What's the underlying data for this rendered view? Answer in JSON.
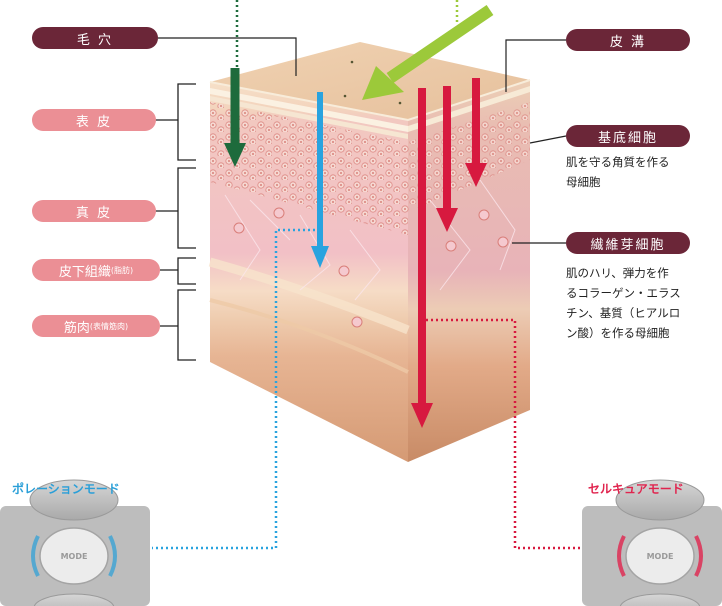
{
  "labels_left": {
    "pore": "毛 穴",
    "epidermis": "表 皮",
    "dermis": "真 皮",
    "subcutaneous_main": "皮下組織",
    "subcutaneous_sub": "(脂肪)",
    "muscle_main": "筋肉",
    "muscle_sub": "(表情筋肉)"
  },
  "labels_right": {
    "groove": "皮 溝",
    "basal_cell": "基底細胞",
    "basal_cell_desc": [
      "肌を守る角質を作る",
      "母細胞"
    ],
    "fibroblast": "繊維芽細胞",
    "fibroblast_desc": [
      "肌のハリ、弾力を作",
      "るコラーゲン・エラス",
      "チン、基質（ヒアルロ",
      "ン酸）を作る母細胞"
    ]
  },
  "modes": {
    "poration": {
      "label": "ポレーションモード",
      "color": "#2a9fd8"
    },
    "selcure": {
      "label": "セルキュアモード",
      "color": "#e0244e"
    },
    "button_text": "MODE"
  },
  "colors": {
    "label_dark": "#6b2638",
    "label_pink": "#eb8f95",
    "arrow_green_dark": "#1e6b3c",
    "arrow_lime": "#9cc93a",
    "arrow_blue": "#29a3df",
    "arrow_red": "#d7193f"
  }
}
